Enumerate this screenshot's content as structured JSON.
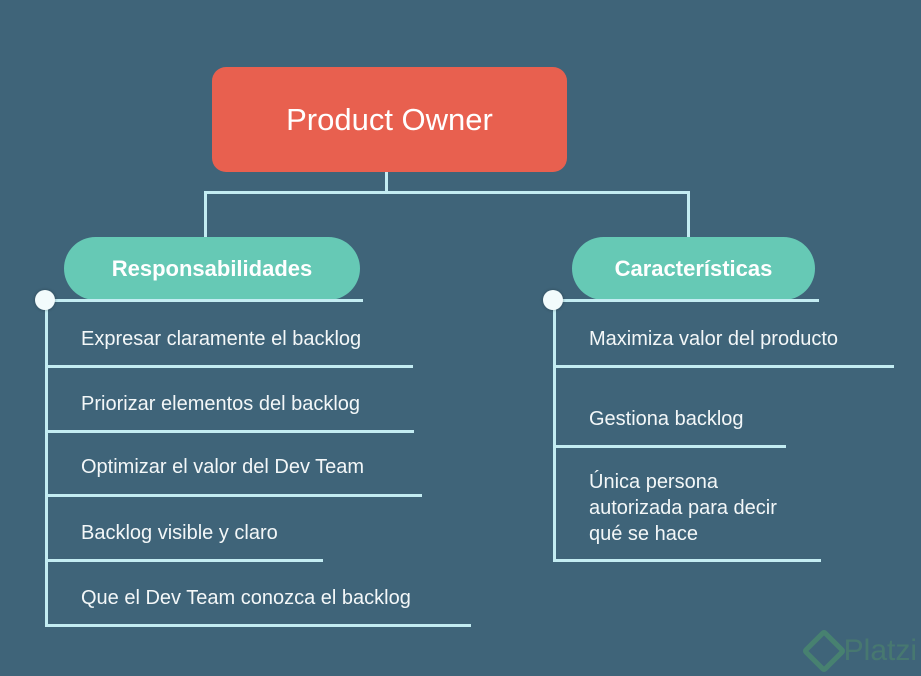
{
  "root": {
    "label": "Product Owner",
    "color": "#e8604f"
  },
  "branches": [
    {
      "label": "Responsabilidades",
      "items": [
        "Expresar claramente el backlog",
        "Priorizar elementos del backlog",
        "Optimizar el valor del Dev Team",
        "Backlog visible y claro",
        "Que el Dev Team conozca el backlog"
      ]
    },
    {
      "label": "Características",
      "items": [
        "Maximiza valor del producto",
        "Gestiona backlog",
        "Única persona autorizada para decir qué se hace"
      ]
    }
  ],
  "watermark": "Platzi",
  "colors": {
    "background": "#3f6479",
    "pill": "#66c9b5",
    "connector": "#c3ecf2"
  }
}
